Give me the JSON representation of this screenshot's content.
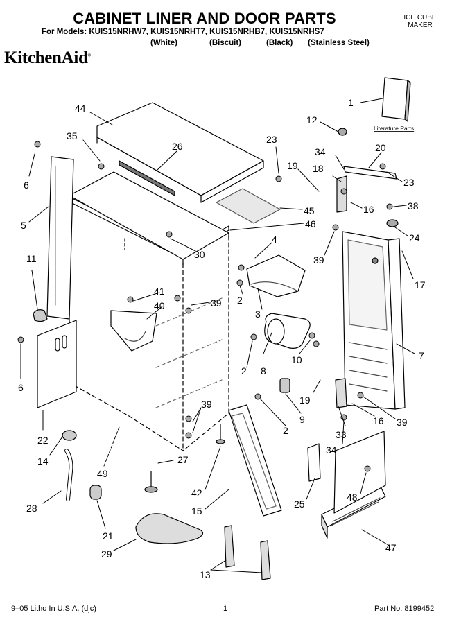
{
  "header": {
    "title": "CABINET LINER AND DOOR PARTS",
    "models": "For Models: KUIS15NRHW7, KUIS15NRHT7, KUIS15NRHB7, KUIS15NRHS7",
    "finishes": [
      "(White)",
      "(Biscuit)",
      "(Black)",
      "(Stainless Steel)"
    ],
    "product_line1": "ICE CUBE",
    "product_line2": "MAKER",
    "brand": "KitchenAid",
    "brand_mark": "®"
  },
  "literature_label": "Literature Parts",
  "callouts": [
    "44",
    "35",
    "26",
    "23",
    "12",
    "1",
    "34",
    "20",
    "19",
    "18",
    "23",
    "6",
    "5",
    "16",
    "38",
    "45",
    "46",
    "30",
    "4",
    "24",
    "39",
    "11",
    "17",
    "2",
    "41",
    "39",
    "40",
    "3",
    "8",
    "10",
    "7",
    "6",
    "2",
    "19",
    "9",
    "39",
    "22",
    "2",
    "16",
    "39",
    "33",
    "34",
    "14",
    "27",
    "49",
    "28",
    "42",
    "48",
    "15",
    "25",
    "21",
    "29",
    "13",
    "47"
  ],
  "footer": {
    "left": "9–05 Litho In U.S.A. (djc)",
    "center": "1",
    "right": "Part No. 8199452"
  }
}
